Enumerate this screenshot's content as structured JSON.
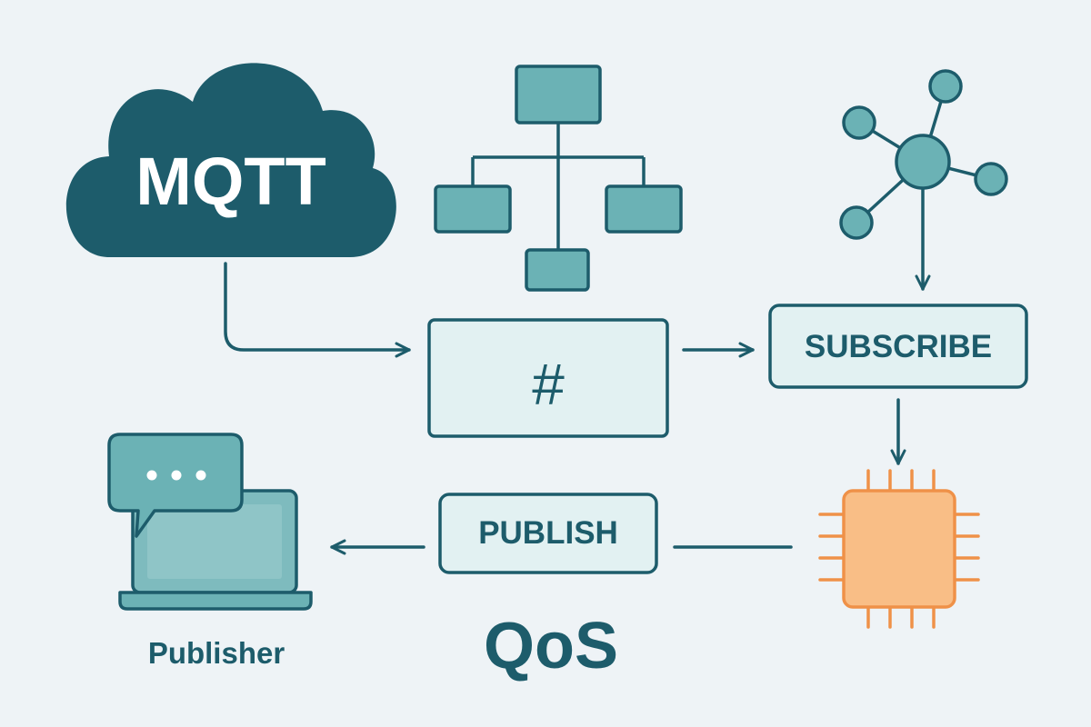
{
  "labels": {
    "cloud": "MQTT",
    "topic_wildcard": "#",
    "subscribe": "SUBSCRIBE",
    "publish": "PUBLISH",
    "qos": "QoS",
    "publisher": "Publisher"
  },
  "colors": {
    "background": "#eef3f6",
    "dark_teal": "#1d5c6b",
    "mid_teal": "#6bb2b5",
    "light_box": "#e2f1f2",
    "chip_fill": "#f9be86",
    "chip_stroke": "#ef9148",
    "screen_fill": "#7ebbbe",
    "white": "#ffffff"
  }
}
